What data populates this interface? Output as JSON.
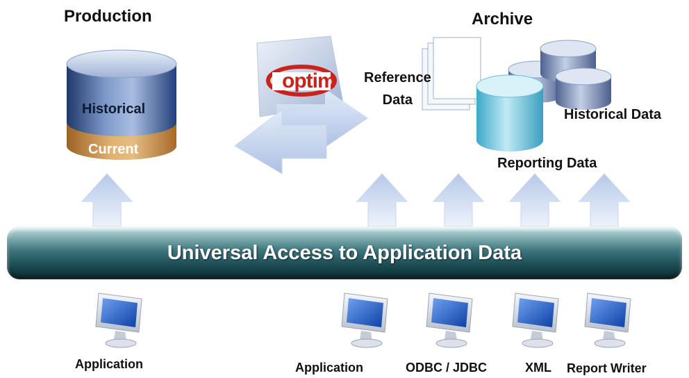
{
  "headings": {
    "production": "Production",
    "archive": "Archive"
  },
  "production_db": {
    "historical": "Historical",
    "current": "Current"
  },
  "optim_logo": "optim",
  "archive_labels": {
    "reference": "Reference\nData",
    "historical_data": "Historical Data",
    "reporting_data": "Reporting Data"
  },
  "banner": "Universal Access to Application Data",
  "clients": [
    "Application",
    "Application",
    "ODBC / JDBC",
    "XML",
    "Report Writer"
  ],
  "colors": {
    "optim_red": "#c8241c",
    "banner_teal": "#1f5058",
    "db_blue": "#2a4d8a",
    "current_orange": "#c98c3c",
    "arrow_blue": "#c9d8f0",
    "reporting_cyan": "#7fd0e6"
  }
}
